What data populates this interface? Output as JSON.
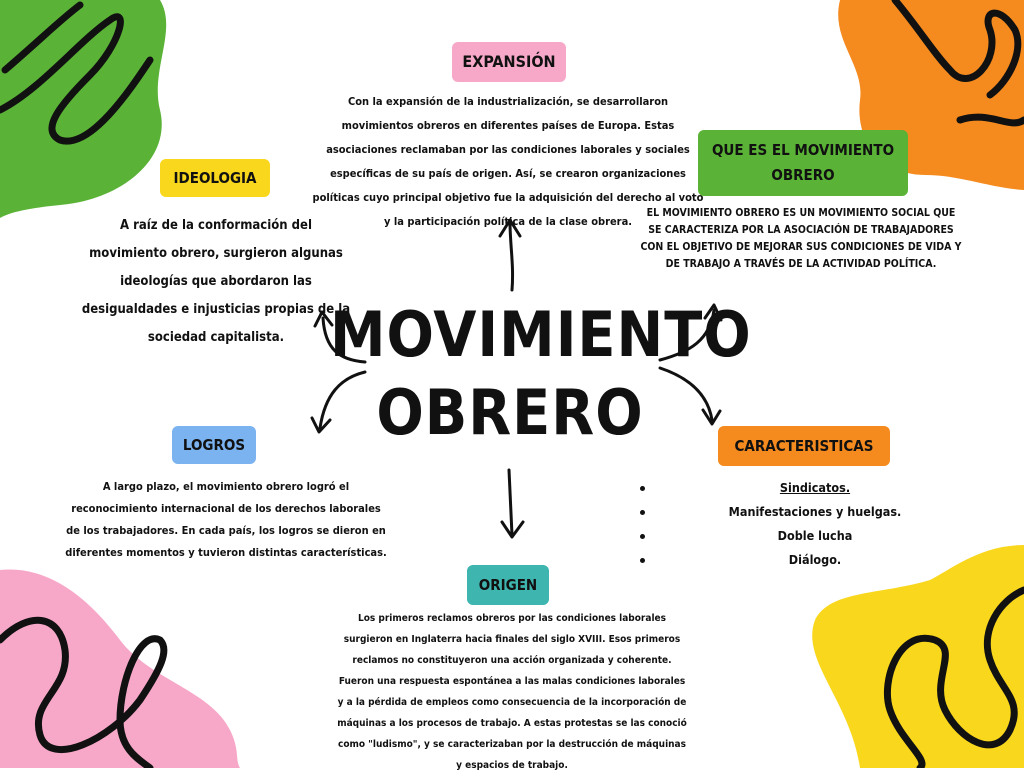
{
  "title": {
    "line1": "MOVIMIENTO",
    "line2": "OBRERO"
  },
  "sections": {
    "expansion": {
      "label": "EXPANSIÓN",
      "color": "#f7a8c8",
      "text": "Con la expansión de la industrialización, se desarrollaron movimientos obreros en diferentes países de Europa. Estas asociaciones reclamaban por las condiciones laborales y sociales específicas de su país de origen. Así, se crearon organizaciones políticas cuyo principal objetivo fue la adquisición del derecho al voto y la participación política de la clase obrera."
    },
    "que_es": {
      "label_line1": "QUE ES EL MOVIMIENTO",
      "label_line2": "OBRERO",
      "color": "#5ab336",
      "text": "EL MOVIMIENTO OBRERO ES UN MOVIMIENTO SOCIAL QUE SE CARACTERIZA POR LA ASOCIACIÓN DE TRABAJADORES CON EL OBJETIVO DE MEJORAR SUS CONDICIONES DE VIDA Y DE TRABAJO A TRAVÉS DE LA ACTIVIDAD POLÍTICA."
    },
    "ideologia": {
      "label": "IDEOLOGIA",
      "color": "#f9d71c",
      "text": "A raíz de la conformación del movimiento obrero, surgieron algunas ideologías que abordaron las desigualdades e injusticias propias de la sociedad capitalista."
    },
    "logros": {
      "label": "LOGROS",
      "color": "#7ab3ef",
      "text": "A largo plazo, el movimiento obrero logró el reconocimiento internacional de los derechos laborales de los trabajadores. En cada país, los logros se dieron en diferentes momentos y tuvieron distintas características."
    },
    "caracteristicas": {
      "label": "CARACTERISTICAS",
      "color": "#f58b1f",
      "items": [
        "Sindicatos.",
        "Manifestaciones y huelgas.",
        "Doble lucha",
        "Diálogo."
      ]
    },
    "origen": {
      "label": "ORIGEN",
      "color": "#3fb5b0",
      "text": "Los primeros reclamos obreros por las condiciones laborales surgieron en Inglaterra hacia finales del siglo XVIII. Esos primeros reclamos no constituyeron una acción organizada y coherente. Fueron una respuesta espontánea a las malas condiciones laborales y a la pérdida de empleos como consecuencia de la incorporación de máquinas a los procesos de trabajo. A estas protestas se las conoció como \"ludismo\", y se caracterizaban por la destrucción de máquinas y espacios de trabajo."
    }
  },
  "decor": {
    "blob_colors": {
      "top_left": "#5ab336",
      "top_right": "#f58b1f",
      "bottom_left": "#f7a8c8",
      "bottom_right": "#f9d71c"
    },
    "squiggle_color": "#111111"
  }
}
